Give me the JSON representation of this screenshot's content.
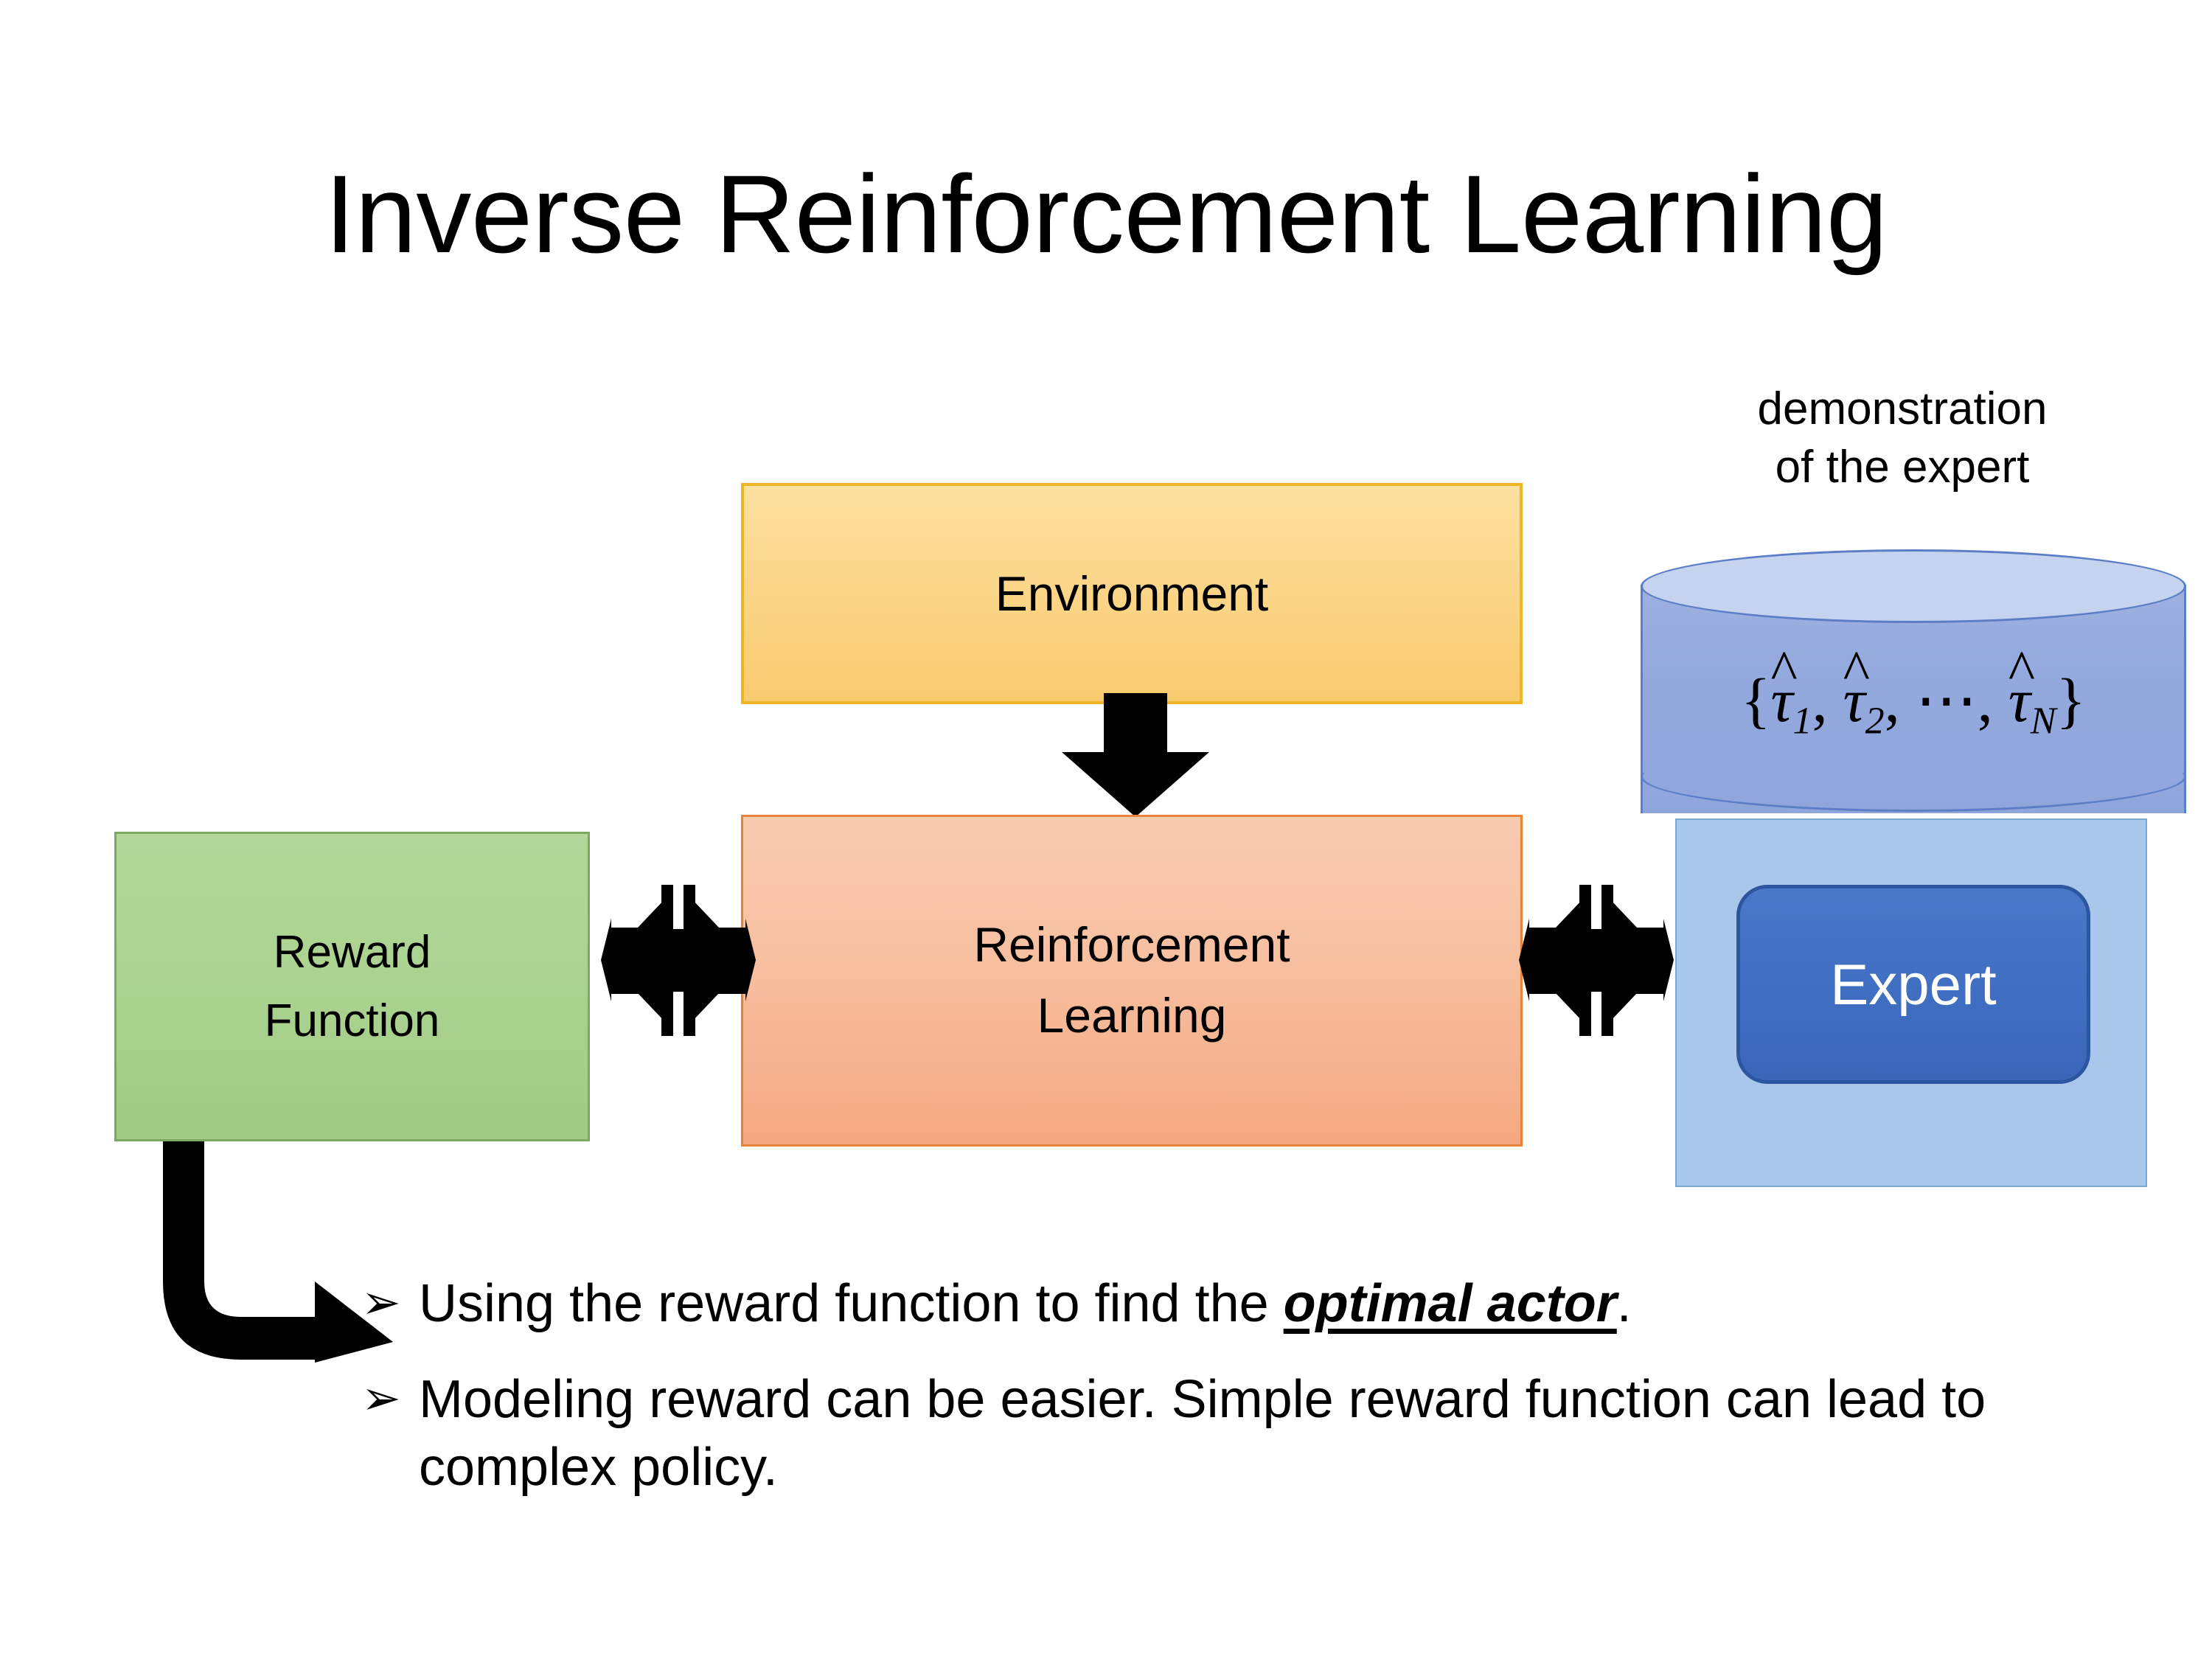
{
  "slide": {
    "title": "Inverse Reinforcement Learning",
    "background_color": "#ffffff"
  },
  "diagram": {
    "environment_box": {
      "label": "Environment",
      "fill_color": "#fbd485",
      "border_color": "#f0b429"
    },
    "rl_box": {
      "label_line1": "Reinforcement",
      "label_line2": "Learning",
      "fill_color": "#f7bfa0",
      "border_color": "#e8833a"
    },
    "reward_box": {
      "label_line1": "Reward",
      "label_line2": "Function",
      "fill_color": "#a9d18e",
      "border_color": "#7ca85f"
    },
    "demonstration_caption": {
      "line1": "demonstration",
      "line2": "of the expert"
    },
    "trajectory_set": {
      "open_brace": "{",
      "tau": "τ",
      "hat": "^",
      "sub1": "1",
      "sub2": "2",
      "subn": "N",
      "comma": ",",
      "ellipsis": "⋯",
      "close_brace": "}",
      "plain": "{τ̂1, τ̂2, ⋯, τ̂N}"
    },
    "expert_chip": {
      "label": "Expert",
      "fill_color": "#3f6ec2",
      "border_color": "#2e55a0",
      "text_color": "#ffffff"
    },
    "expert_panel": {
      "fill_color": "#a9c7ea",
      "border_color": "#7aa6d8"
    },
    "cylinder": {
      "body_color": "#93a8dd",
      "top_color": "#c6d3ee",
      "stroke_color": "#5b7ec6"
    },
    "arrows": {
      "color": "#000000",
      "env_to_rl": "down-arrow",
      "reward_rl": "quad-arrow",
      "rl_expert": "quad-arrow",
      "reward_to_bullet": "elbow-arrow"
    }
  },
  "bullets": {
    "marker": "➢",
    "items": [
      {
        "prefix": "Using the reward function to find the ",
        "emphasis": "optimal actor",
        "suffix": "."
      },
      {
        "prefix": "Modeling reward can be easier. Simple reward function can lead to complex policy.",
        "emphasis": "",
        "suffix": ""
      }
    ]
  }
}
